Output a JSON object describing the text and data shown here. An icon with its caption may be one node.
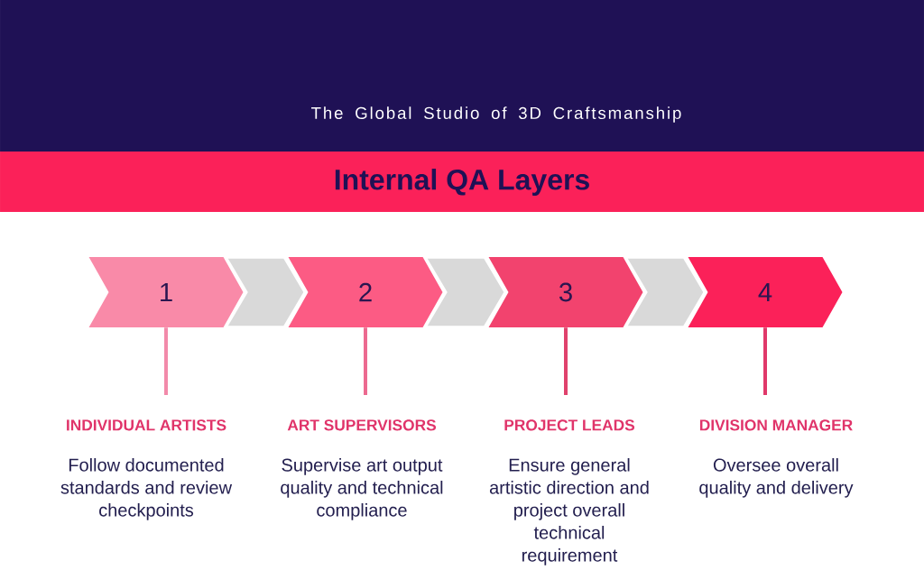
{
  "diagram": {
    "title": "Internal QA Layers",
    "nodes": [
      {
        "text": [
          "1"
        ]
      },
      {
        "text": [
          "2"
        ]
      },
      {
        "text": [
          "3"
        ]
      },
      {
        "text": [
          "4"
        ]
      },
      {
        "text": [
          "INDIVIDUAL ARTISTS",
          "Follow documented standards and review checkpoints"
        ]
      },
      {
        "text": [
          "ART SUPERVISORS",
          "Supervise art output quality and technical compliance"
        ]
      },
      {
        "text": [
          "PROJECT LEADS",
          "Ensure general artistic direction and project overall technical requirement"
        ]
      },
      {
        "text": [
          "DIVISION MANAGER",
          "Oversee overall quality and delivery"
        ]
      }
    ],
    "edges": [
      {
        "from": 0,
        "to": 1,
        "arrow": "to",
        "style": "thick",
        "color": "#d9d9d9"
      },
      {
        "from": 1,
        "to": 2,
        "arrow": "to",
        "style": "thick",
        "color": "#d9d9d9"
      },
      {
        "from": 2,
        "to": 3,
        "arrow": "to",
        "style": "thick",
        "color": "#d9d9d9"
      },
      {
        "from": 0,
        "to": 4,
        "arrow": "none",
        "color": "#f28aaa"
      },
      {
        "from": 1,
        "to": 5,
        "arrow": "none",
        "color": "#ec6a90"
      },
      {
        "from": 2,
        "to": 6,
        "arrow": "none",
        "color": "#e0426d"
      },
      {
        "from": 3,
        "to": 7,
        "arrow": "none",
        "color": "#e0386a"
      }
    ],
    "labels": [
      "The Global Studio of 3D Craftsmanship"
    ]
  }
}
